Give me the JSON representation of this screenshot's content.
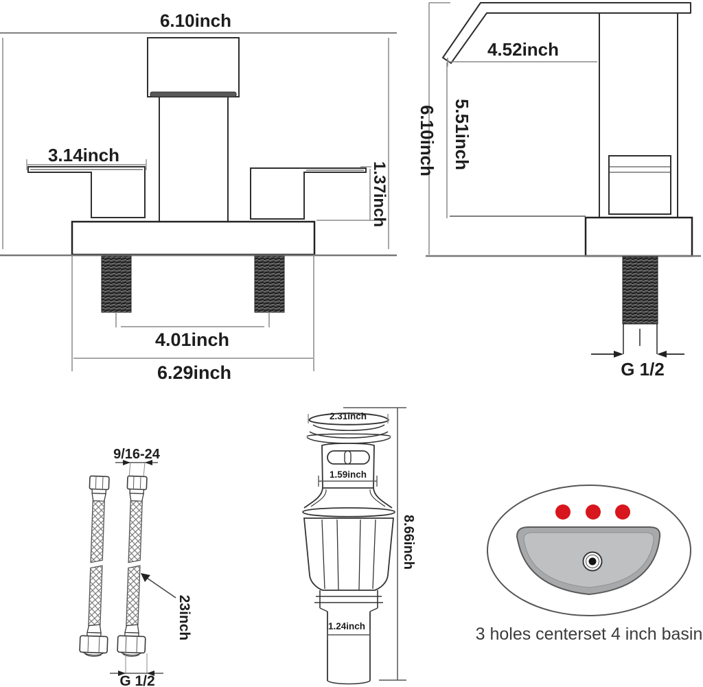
{
  "front_view": {
    "overall_width": "6.10inch",
    "handle_length": "3.14inch",
    "handle_height": "1.37inch",
    "stud_spacing": "4.01inch",
    "base_width": "6.29inch"
  },
  "side_view": {
    "overall_height": "6.10inch",
    "spout_reach": "4.52inch",
    "spout_clearance": "5.51inch",
    "inlet_thread": "G 1/2"
  },
  "supply_hoses": {
    "faucet_connector_thread": "9/16-24",
    "hose_length": "23inch",
    "supply_thread": "G 1/2"
  },
  "pop_up_drain": {
    "cap_diameter": "2.31inch",
    "body_diameter": "1.59inch",
    "overall_height": "8.66inch",
    "tailpipe_diameter": "1.24inch"
  },
  "basin": {
    "caption": "3 holes centerset 4 inch basin",
    "hole_color": "#d8161d"
  }
}
